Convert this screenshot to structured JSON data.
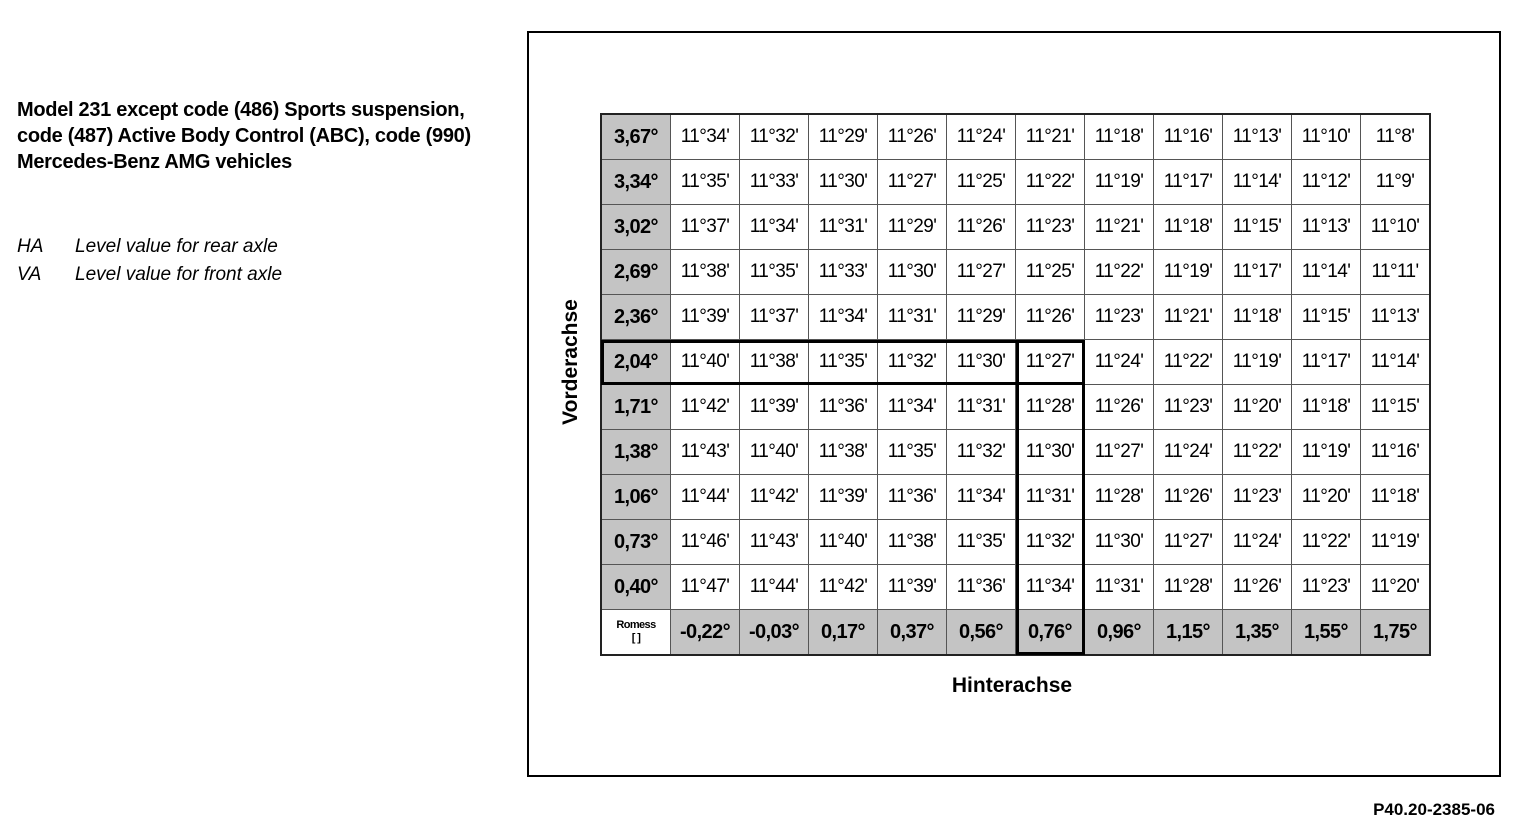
{
  "title": "Model 231 except code (486) Sports suspension, code (487) Active Body Control (ABC), code (990) Mercedes-Benz AMG vehicles",
  "legend": [
    {
      "abbr": "HA",
      "text": "Level value for rear axle"
    },
    {
      "abbr": "VA",
      "text": "Level value for front axle"
    }
  ],
  "y_axis_label": "Vorderachse",
  "x_axis_label": "Hinterachse",
  "corner_label_line1": "Romess",
  "corner_label_line2": "[ ]",
  "figure_id": "P40.20-2385-06",
  "table": {
    "column_headers": [
      "-0,22°",
      "-0,03°",
      "0,17°",
      "0,37°",
      "0,56°",
      "0,76°",
      "0,96°",
      "1,15°",
      "1,35°",
      "1,55°",
      "1,75°"
    ],
    "rows": [
      {
        "header": "3,67°",
        "cells": [
          "11°34'",
          "11°32'",
          "11°29'",
          "11°26'",
          "11°24'",
          "11°21'",
          "11°18'",
          "11°16'",
          "11°13'",
          "11°10'",
          "11°8'"
        ]
      },
      {
        "header": "3,34°",
        "cells": [
          "11°35'",
          "11°33'",
          "11°30'",
          "11°27'",
          "11°25'",
          "11°22'",
          "11°19'",
          "11°17'",
          "11°14'",
          "11°12'",
          "11°9'"
        ]
      },
      {
        "header": "3,02°",
        "cells": [
          "11°37'",
          "11°34'",
          "11°31'",
          "11°29'",
          "11°26'",
          "11°23'",
          "11°21'",
          "11°18'",
          "11°15'",
          "11°13'",
          "11°10'"
        ]
      },
      {
        "header": "2,69°",
        "cells": [
          "11°38'",
          "11°35'",
          "11°33'",
          "11°30'",
          "11°27'",
          "11°25'",
          "11°22'",
          "11°19'",
          "11°17'",
          "11°14'",
          "11°11'"
        ]
      },
      {
        "header": "2,36°",
        "cells": [
          "11°39'",
          "11°37'",
          "11°34'",
          "11°31'",
          "11°29'",
          "11°26'",
          "11°23'",
          "11°21'",
          "11°18'",
          "11°15'",
          "11°13'"
        ]
      },
      {
        "header": "2,04°",
        "cells": [
          "11°40'",
          "11°38'",
          "11°35'",
          "11°32'",
          "11°30'",
          "11°27'",
          "11°24'",
          "11°22'",
          "11°19'",
          "11°17'",
          "11°14'"
        ]
      },
      {
        "header": "1,71°",
        "cells": [
          "11°42'",
          "11°39'",
          "11°36'",
          "11°34'",
          "11°31'",
          "11°28'",
          "11°26'",
          "11°23'",
          "11°20'",
          "11°18'",
          "11°15'"
        ]
      },
      {
        "header": "1,38°",
        "cells": [
          "11°43'",
          "11°40'",
          "11°38'",
          "11°35'",
          "11°32'",
          "11°30'",
          "11°27'",
          "11°24'",
          "11°22'",
          "11°19'",
          "11°16'"
        ]
      },
      {
        "header": "1,06°",
        "cells": [
          "11°44'",
          "11°42'",
          "11°39'",
          "11°36'",
          "11°34'",
          "11°31'",
          "11°28'",
          "11°26'",
          "11°23'",
          "11°20'",
          "11°18'"
        ]
      },
      {
        "header": "0,73°",
        "cells": [
          "11°46'",
          "11°43'",
          "11°40'",
          "11°38'",
          "11°35'",
          "11°32'",
          "11°30'",
          "11°27'",
          "11°24'",
          "11°22'",
          "11°19'"
        ]
      },
      {
        "header": "0,40°",
        "cells": [
          "11°47'",
          "11°44'",
          "11°42'",
          "11°39'",
          "11°36'",
          "11°34'",
          "11°31'",
          "11°28'",
          "11°26'",
          "11°23'",
          "11°20'"
        ]
      }
    ],
    "highlight": {
      "row_header": "2,04°",
      "column_header": "0,76°"
    }
  }
}
